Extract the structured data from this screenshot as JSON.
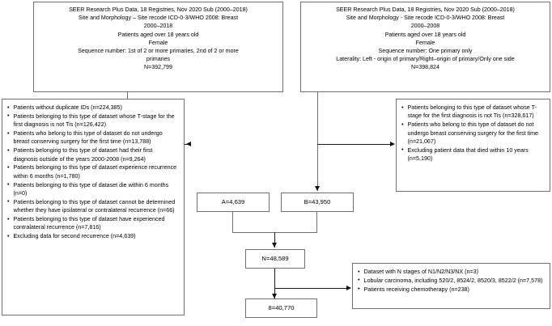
{
  "figure": {
    "type": "flowchart",
    "title": "SEER cohort selection flow diagram"
  },
  "source_box_left": {
    "lines": [
      "SEER Research Plus Data, 18 Registries, Nov 2020 Sub (2000–2018)",
      "Site and Morphology – Site recode ICD-0-3/WHO 2008: Breast",
      "2000–2018",
      "Patients aged over 18 years old",
      "Female",
      "Sequence number: 1st of 2 or more primaries, 2nd of 2 or more",
      "primaries",
      "N=392,799"
    ]
  },
  "source_box_right": {
    "lines": [
      "SEER Research Plus Data, 18 Registries, Nov 2020 Sub (2000–2018)",
      "Site and Morphology - Site recode ICD-0-3/WHO 2008: Breast",
      "2000–2008",
      "Patients aged over 18 years old",
      "Female",
      "Sequence number: One primary only",
      "Laterality: Left - origin of primary/Right–origin of primary/Only one side",
      "N=398,824"
    ]
  },
  "exclusion_left": {
    "items": [
      "Patients without duplicate IDs (n=224,385)",
      "Patients belonging to this type of dataset whose T-stage for the first diagnosis is not Tis (n=126,422)",
      "Patients who belong to this type of dataset do not undergo breast conserving surgery for the first time (n=13,788)",
      "Patients belonging to this type of dataset had their first diagnosis outside of the years 2000-2008 (n=9,264)",
      "Patients belonging to this type of dataset experience recurrence within 6 months (n=1,780)",
      "Patients belonging to this type of dataset die within 6 months (n=0)",
      "Patients belonging to this type of dataset cannot be determined whether they have ipsilateral or contralateral recurrence (n=66)",
      "Patients belonging to this type of dataset have experienced contralateral recurrence (n=7,816)",
      "Excluding data for second recurrence (n=4,639)"
    ]
  },
  "exclusion_right": {
    "items": [
      "Patients belonging to this type of dataset whose T-stage for the first diagnosis is not Tis (n=328,617)",
      "Patients who belong to this type of dataset do not undergo breast conserving surgery for the first time (n=21,067)",
      "Excluding patient data that died within 10 years (n=5,190)"
    ]
  },
  "exclusion_bottom_right": {
    "items": [
      "Dataset with N stages of N1/N2/N3/NX (n=3)",
      "Lobular carcinoma, including 520/2, 8524/2, 8520/3, 8522/2 (n=7,578)",
      "Patients receiving chemotherapy (n=238)"
    ]
  },
  "result_a": {
    "label": "A=4,639"
  },
  "result_b": {
    "label": "B=43,950"
  },
  "result_n": {
    "label": "N=48,589"
  },
  "result_final": {
    "label": "8=40,770"
  },
  "colors": {
    "border": "#6f6f6f",
    "arrow": "#111111",
    "background": "#ffffff",
    "text": "#000000"
  }
}
